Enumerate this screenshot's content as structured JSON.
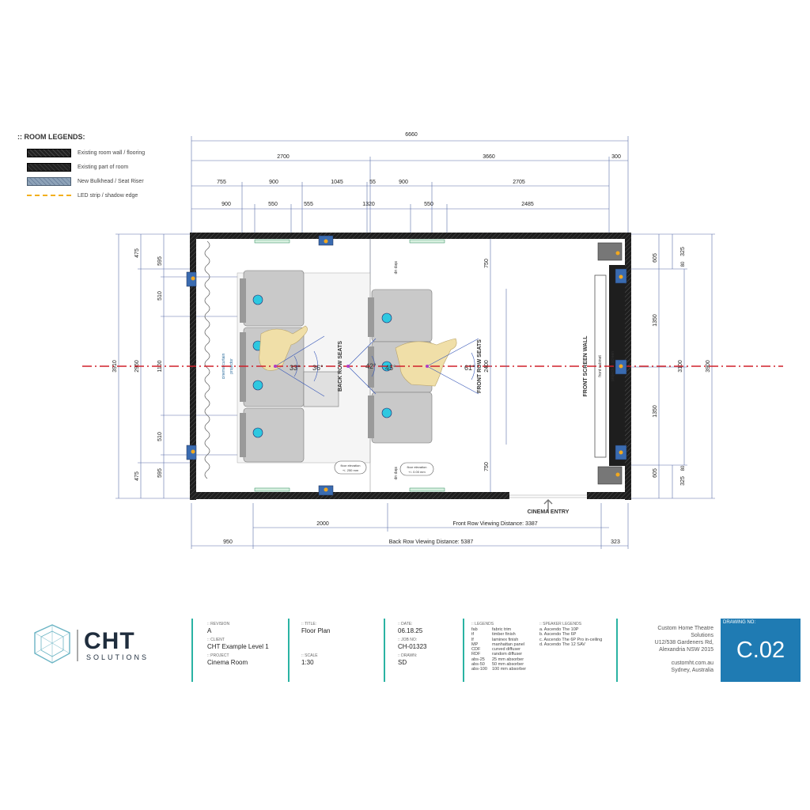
{
  "legend": {
    "title": ":: ROOM LEGENDS:",
    "items": [
      {
        "label": "Existing room wall / flooring",
        "swatch": "wall"
      },
      {
        "label": "Existing part of room",
        "swatch": "part"
      },
      {
        "label": "New Bulkhead / Seat Riser",
        "swatch": "bulkhead"
      },
      {
        "label": "LED strip / shadow edge",
        "swatch": "led"
      }
    ]
  },
  "dims": {
    "overall": "6660",
    "row2": [
      "2700",
      "3660",
      "300"
    ],
    "row3": [
      "755",
      "900",
      "1045",
      "55",
      "900",
      "2705"
    ],
    "row4": [
      "900",
      "550",
      "555",
      "1320",
      "550",
      "2485"
    ],
    "left_outer": "3910",
    "left_inner": "2960",
    "left_center": "1100",
    "left_top1": "475",
    "left_top2": "595",
    "left_mid1": "510",
    "left_mid2": "510",
    "left_bot1": "475",
    "left_bot2": "595",
    "right_outer": "3900",
    "right_inner": "3100",
    "right_a": "1350",
    "right_b": "1350",
    "right_605a": "605",
    "right_605b": "605",
    "right_325a": "325",
    "right_325b": "325",
    "right_80a": "80",
    "right_80b": "80",
    "center_2400": "2400",
    "center_750a": "750",
    "center_750b": "750",
    "bottom_2000": "2000",
    "bottom_950": "950",
    "bottom_323": "323",
    "front_view": "Front Row Viewing Distance: 3387",
    "back_view": "Back Row Viewing Distance: 5387"
  },
  "plan": {
    "back_row": "BACK ROW SEATS",
    "front_row": "FRONT ROW SEATS",
    "front_wall": "FRONT SCREEN WALL",
    "front_cabinet": "front cabinet",
    "projection_screen": "projection screen",
    "cinema_curtain": "cinema curtain",
    "projector": "projector",
    "entry": "CINEMA ENTRY",
    "step_up_top": "step up",
    "step_up_bottom": "step up",
    "floor_elev_1": "floor elevation",
    "floor_elev_1b": "+/- 250 mm",
    "floor_elev_2": "floor elevation",
    "floor_elev_2b": "+/- 0.00 mm",
    "angle_33": "33°",
    "angle_36": "36°",
    "angle_42": "42°",
    "angle_45": "45°",
    "angle_61": "61°"
  },
  "titleblock": {
    "revision_k": ":: REVISION",
    "revision": "A",
    "client_k": ":: CLIENT",
    "client": "CHT Example Level  1",
    "project_k": ":: PROJECT",
    "project": "Cinema Room",
    "title_k": ":: TITLE:",
    "title": "Floor Plan",
    "scale_k": ":: SCALE",
    "scale": "1:30",
    "date_k": ":: DATE:",
    "date": "06.18.25",
    "job_k": ":: JOB NO:",
    "job": "CH-01323",
    "drawn_k": ":: DRAWN:",
    "drawn": "SD",
    "legends_k": ":: LEGENDS",
    "legends": [
      [
        "fab",
        "fabric trim"
      ],
      [
        "tf",
        "timber finish"
      ],
      [
        "lf",
        "laminex finish"
      ],
      [
        "MP",
        "manhattan panel"
      ],
      [
        "CDF",
        "curved diffuser"
      ],
      [
        "RDF",
        "random diffuser"
      ],
      [
        "abs-25",
        "25 mm absorber"
      ],
      [
        "abs-50",
        "50 mm absorber"
      ],
      [
        "abs-100",
        "100 mm absorber"
      ]
    ],
    "speaker_k": ":: SPEAKER LEGENDS",
    "speakers": [
      "a. Ascendo The 10P",
      "b. Ascendo The 6P",
      "c. Ascendo The 6P Pro in-ceiling",
      "d. Ascendo The 12 SAV"
    ],
    "company": [
      "Custom Home Theatre",
      "Solutions",
      "U12/538 Gardeners Rd,",
      "Alexandria NSW 2015"
    ],
    "web": [
      "customht.com.au",
      "Sydney, Australia"
    ],
    "drawing_k": "DRAWING NO:",
    "drawing": "C.02",
    "logo_main": "CHT",
    "logo_sub": "SOLUTIONS"
  }
}
